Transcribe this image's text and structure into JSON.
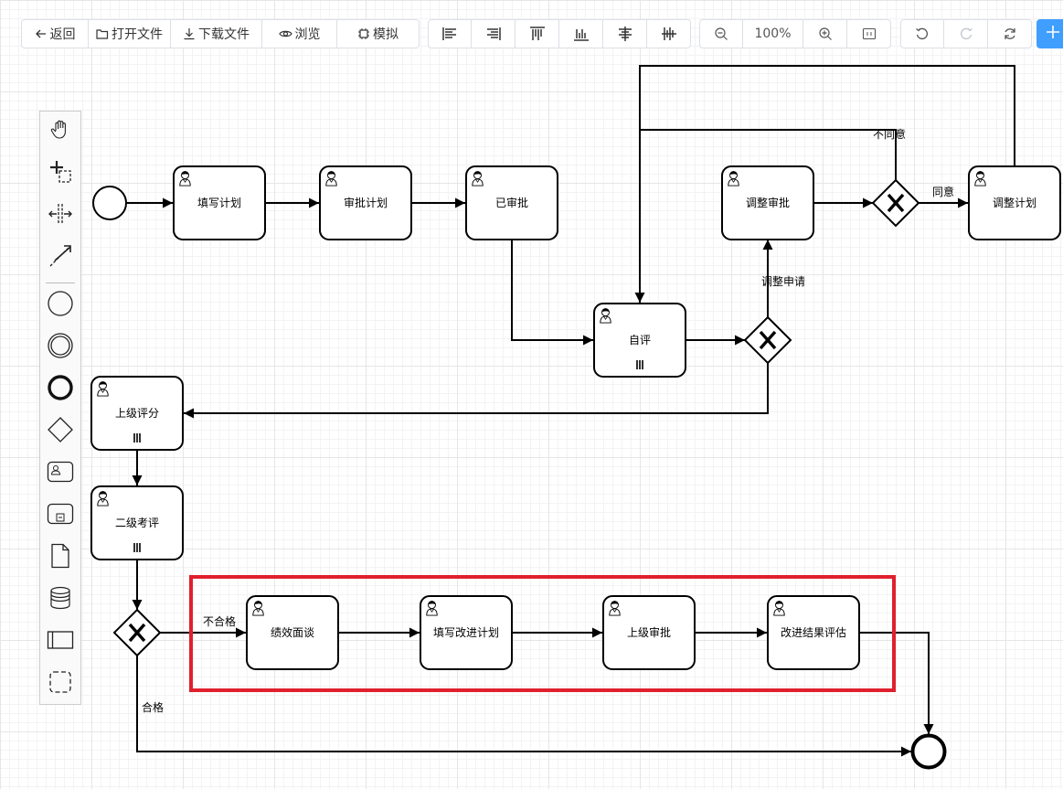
{
  "toolbar": {
    "file_group": [
      {
        "label": "返回",
        "icon": "arrow-left-icon"
      },
      {
        "label": "打开文件",
        "icon": "folder-icon"
      },
      {
        "label": "下载文件",
        "icon": "download-icon"
      },
      {
        "label": "浏览",
        "icon": "eye-icon"
      },
      {
        "label": "模拟",
        "icon": "chip-icon"
      }
    ],
    "align_group": [
      "align-left-icon",
      "align-right-icon",
      "align-top-icon",
      "align-bottom-icon",
      "align-center-icon",
      "align-middle-icon"
    ],
    "zoom_group": {
      "zoom_out_icon": "zoom-out-icon",
      "zoom_value": "100%",
      "zoom_in_icon": "zoom-in-icon",
      "fit_icon": "fit-view-icon"
    },
    "history_group": [
      "undo-icon",
      "redo-icon",
      "reset-icon"
    ],
    "add_icon": "plus-icon"
  },
  "palette": [
    "hand-tool-icon",
    "lasso-tool-icon",
    "space-tool-icon",
    "connect-tool-icon",
    "start-event-icon",
    "intermediate-event-icon",
    "end-event-icon",
    "gateway-icon",
    "user-task-icon",
    "subprocess-icon",
    "data-object-icon",
    "data-store-icon",
    "pool-icon",
    "group-icon"
  ],
  "diagram": {
    "tasks": {
      "fill_plan": "填写计划",
      "approve_plan": "审批计划",
      "approved": "已审批",
      "adjust_approve": "调整审批",
      "adjust_plan": "调整计划",
      "self_eval": "自评",
      "superior_score": "上级评分",
      "second_eval": "二级考评",
      "interview": "绩效面谈",
      "improve_plan": "填写改进计划",
      "superior_approve": "上级审批",
      "improve_result": "改进结果评估"
    },
    "flow_labels": {
      "disagree": "不同意",
      "agree": "同意",
      "adjust_request": "调整申请",
      "unqualified": "不合格",
      "qualified": "合格"
    },
    "highlight_color": "#e0202e",
    "multi_instance_marker": "|||"
  }
}
